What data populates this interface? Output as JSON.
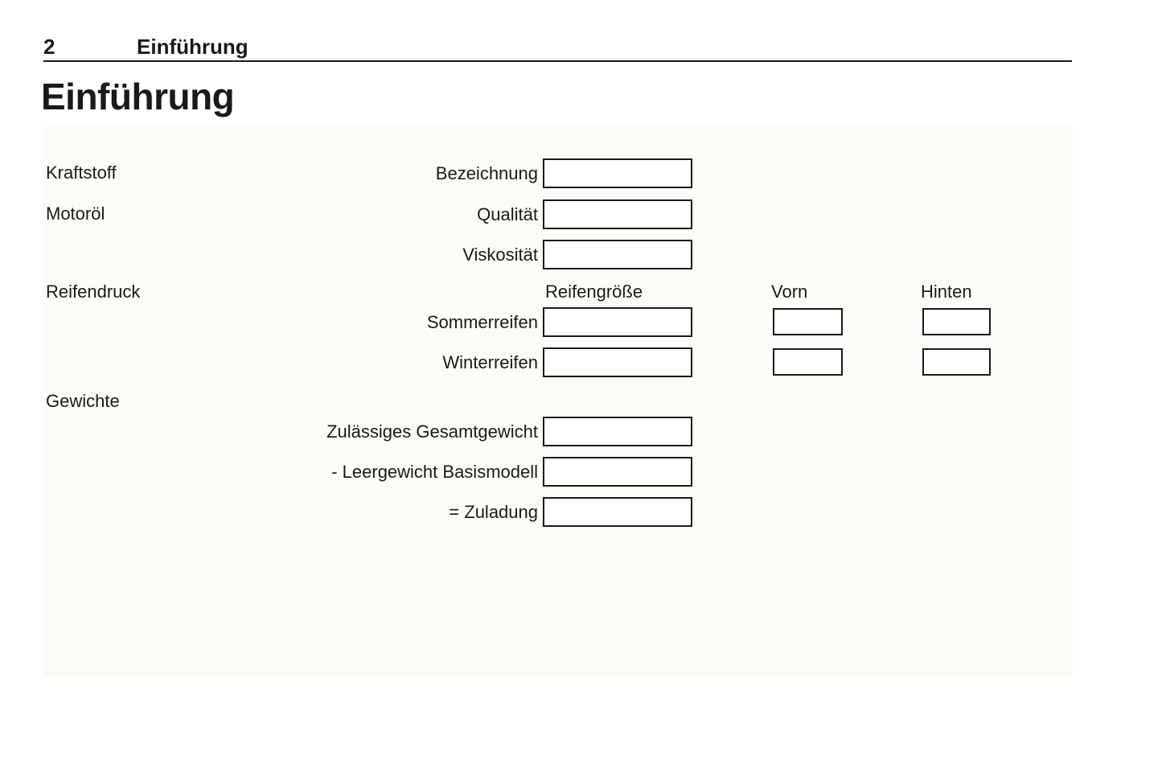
{
  "page": {
    "number": "2",
    "chapter": "Einführung",
    "title": "Einführung"
  },
  "colors": {
    "text": "#1a1a1a",
    "panel_bg": "#fdfbf7",
    "box_border": "#1a1a1a",
    "page_bg": "#ffffff"
  },
  "form": {
    "sections": {
      "kraftstoff": "Kraftstoff",
      "motoroel": "Motoröl",
      "reifendruck": "Reifendruck",
      "gewichte": "Gewichte"
    },
    "labels": {
      "bezeichnung": "Bezeichnung",
      "qualitaet": "Qualität",
      "viskositaet": "Viskosität",
      "sommerreifen": "Sommerreifen",
      "winterreifen": "Winterreifen",
      "gesamtgewicht": "Zulässiges Gesamtgewicht",
      "leergewicht": "- Leergewicht Basismodell",
      "zuladung": "= Zuladung"
    },
    "column_headers": {
      "reifengroesse": "Reifengröße",
      "vorn": "Vorn",
      "hinten": "Hinten"
    },
    "values": {
      "bezeichnung": "",
      "qualitaet": "",
      "viskositaet": "",
      "sommerreifen_groesse": "",
      "sommerreifen_vorn": "",
      "sommerreifen_hinten": "",
      "winterreifen_groesse": "",
      "winterreifen_vorn": "",
      "winterreifen_hinten": "",
      "gesamtgewicht": "",
      "leergewicht": "",
      "zuladung": ""
    }
  }
}
